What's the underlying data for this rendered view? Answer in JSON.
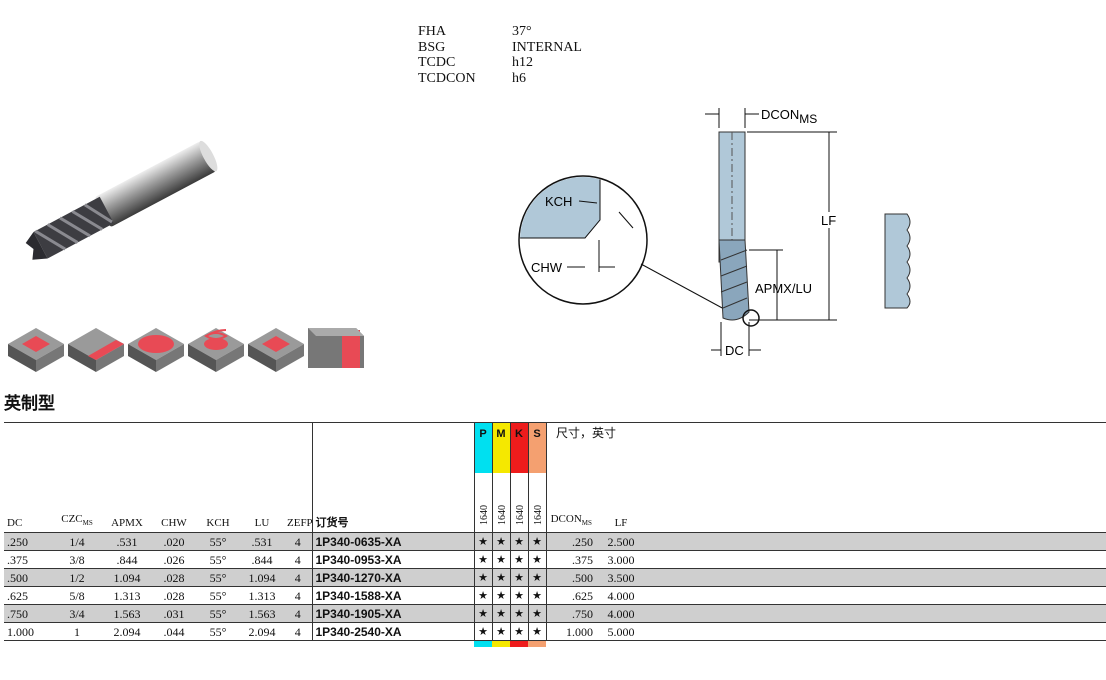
{
  "specs": [
    {
      "key": "FHA",
      "value": "37°"
    },
    {
      "key": "BSG",
      "value": "INTERNAL"
    },
    {
      "key": "TCDC",
      "value": "h12"
    },
    {
      "key": "TCDCON",
      "value": "h6"
    }
  ],
  "diagram_labels": {
    "dcon": "DCON",
    "dcon_sub": "MS",
    "lf": "LF",
    "apmx_lu": "APMX/LU",
    "dc": "DC",
    "kch": "KCH",
    "chw": "CHW"
  },
  "section_title": "英制型",
  "dims_note": "尺寸，英寸",
  "columns": {
    "dc": "DC",
    "czc": "CZC",
    "czc_sub": "MS",
    "apmx": "APMX",
    "chw": "CHW",
    "kch": "KCH",
    "lu": "LU",
    "zefp": "ZEFP",
    "order": "订货号",
    "dcon": "DCON",
    "dcon_sub": "MS",
    "lf": "LF"
  },
  "materials": [
    {
      "letter": "P",
      "color": "#00e0f0",
      "grade": "1640"
    },
    {
      "letter": "M",
      "color": "#f5e800",
      "grade": "1640"
    },
    {
      "letter": "K",
      "color": "#ee1c1c",
      "grade": "1640"
    },
    {
      "letter": "S",
      "color": "#f4a070",
      "grade": "1640"
    }
  ],
  "rows": [
    {
      "dc": ".250",
      "czc": "1/4",
      "apmx": ".531",
      "chw": ".020",
      "kch": "55°",
      "lu": ".531",
      "zefp": "4",
      "order": "1P340-0635-XA",
      "m1": "★",
      "m2": "★",
      "m3": "★",
      "m4": "★",
      "dcon": ".250",
      "lf": "2.500"
    },
    {
      "dc": ".375",
      "czc": "3/8",
      "apmx": ".844",
      "chw": ".026",
      "kch": "55°",
      "lu": ".844",
      "zefp": "4",
      "order": "1P340-0953-XA",
      "m1": "★",
      "m2": "★",
      "m3": "★",
      "m4": "★",
      "dcon": ".375",
      "lf": "3.000"
    },
    {
      "dc": ".500",
      "czc": "1/2",
      "apmx": "1.094",
      "chw": ".028",
      "kch": "55°",
      "lu": "1.094",
      "zefp": "4",
      "order": "1P340-1270-XA",
      "m1": "★",
      "m2": "★",
      "m3": "★",
      "m4": "★",
      "dcon": ".500",
      "lf": "3.500"
    },
    {
      "dc": ".625",
      "czc": "5/8",
      "apmx": "1.313",
      "chw": ".028",
      "kch": "55°",
      "lu": "1.313",
      "zefp": "4",
      "order": "1P340-1588-XA",
      "m1": "★",
      "m2": "★",
      "m3": "★",
      "m4": "★",
      "dcon": ".625",
      "lf": "4.000"
    },
    {
      "dc": ".750",
      "czc": "3/4",
      "apmx": "1.563",
      "chw": ".031",
      "kch": "55°",
      "lu": "1.563",
      "zefp": "4",
      "order": "1P340-1905-XA",
      "m1": "★",
      "m2": "★",
      "m3": "★",
      "m4": "★",
      "dcon": ".750",
      "lf": "4.000"
    },
    {
      "dc": "1.000",
      "czc": "1",
      "apmx": "2.094",
      "chw": ".044",
      "kch": "55°",
      "lu": "2.094",
      "zefp": "4",
      "order": "1P340-2540-XA",
      "m1": "★",
      "m2": "★",
      "m3": "★",
      "m4": "★",
      "dcon": "1.000",
      "lf": "5.000"
    }
  ]
}
